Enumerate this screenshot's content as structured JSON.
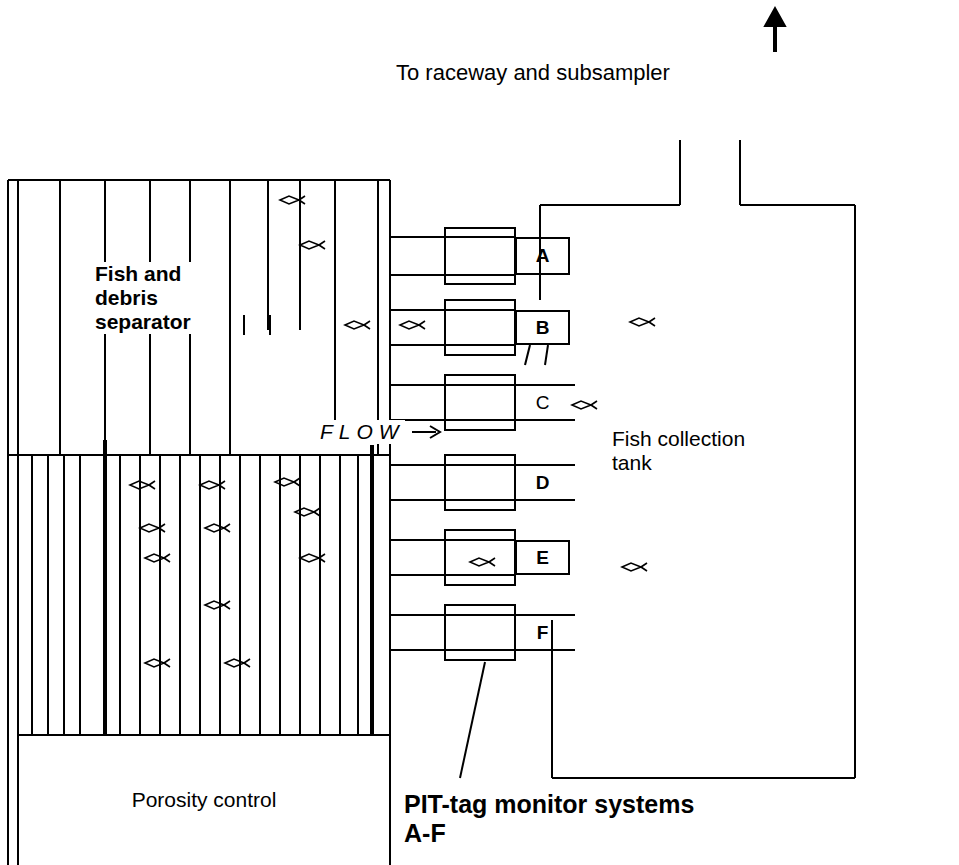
{
  "diagram": {
    "nodes": [
      {
        "text": [
          "Fish and debris separator"
        ]
      },
      {
        "text": [
          "Fish collection tank"
        ]
      },
      {
        "text": [
          "A"
        ]
      },
      {
        "text": [
          "B"
        ]
      },
      {
        "text": [
          "C"
        ]
      },
      {
        "text": [
          "D"
        ]
      },
      {
        "text": [
          "E"
        ]
      },
      {
        "text": [
          "F"
        ]
      },
      {
        "text": [
          "Porosity control"
        ]
      }
    ],
    "labels": [
      "To raceway and subsampler",
      "FLOW",
      "PIT-tag monitor systems A-F"
    ]
  }
}
